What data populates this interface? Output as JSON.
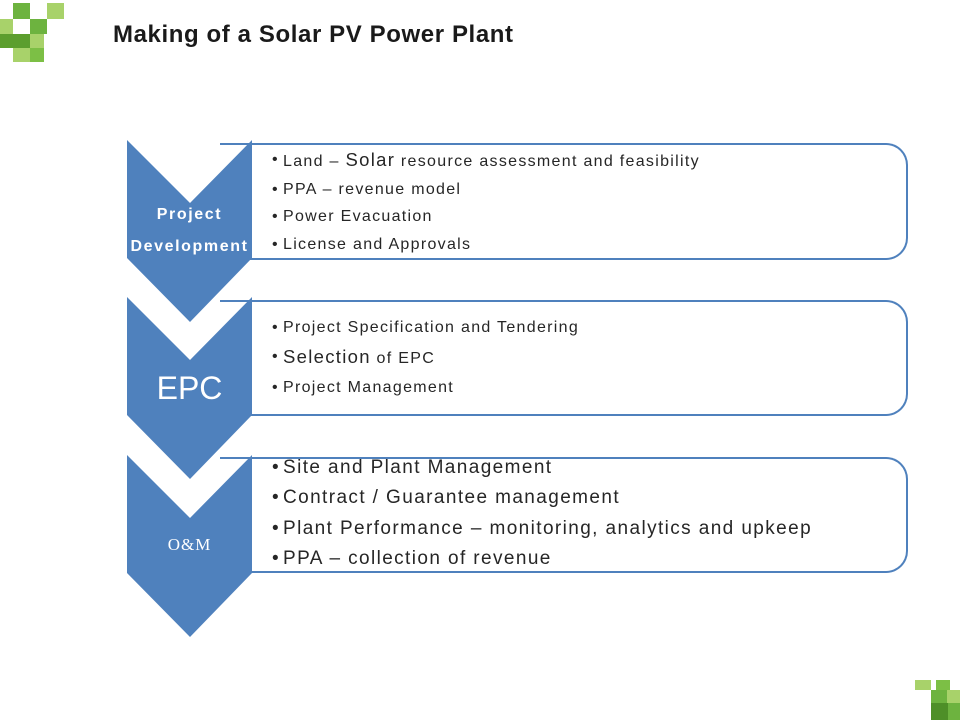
{
  "slide": {
    "title": "Making of a Solar PV Power Plant"
  },
  "colors": {
    "accent": "#4F81BD",
    "text": "#262626",
    "logo_light_green": "#A8D26A",
    "logo_green": "#6DB33F",
    "logo_dark_green": "#4E8F28"
  },
  "stages": [
    {
      "name_lines": [
        "Project",
        "Development"
      ],
      "bullets": [
        [
          "Land – ",
          "Solar",
          " resource assessment and feasibility"
        ],
        [
          "PPA – revenue model"
        ],
        [
          "Power Evacuation"
        ],
        [
          "License and Approvals"
        ]
      ]
    },
    {
      "name_lines": [
        "EPC"
      ],
      "bullets": [
        [
          "Project Specification and Tendering"
        ],
        [
          "Selection",
          " of EPC"
        ],
        [
          "Project Management"
        ]
      ]
    },
    {
      "name_lines": [
        "O&M"
      ],
      "bullets": [
        [
          "Site and Plant Management"
        ],
        [
          "Contract / Guarantee management"
        ],
        [
          "Plant Performance – monitoring, analytics and upkeep"
        ],
        [
          "PPA – collection of revenue"
        ]
      ]
    }
  ]
}
